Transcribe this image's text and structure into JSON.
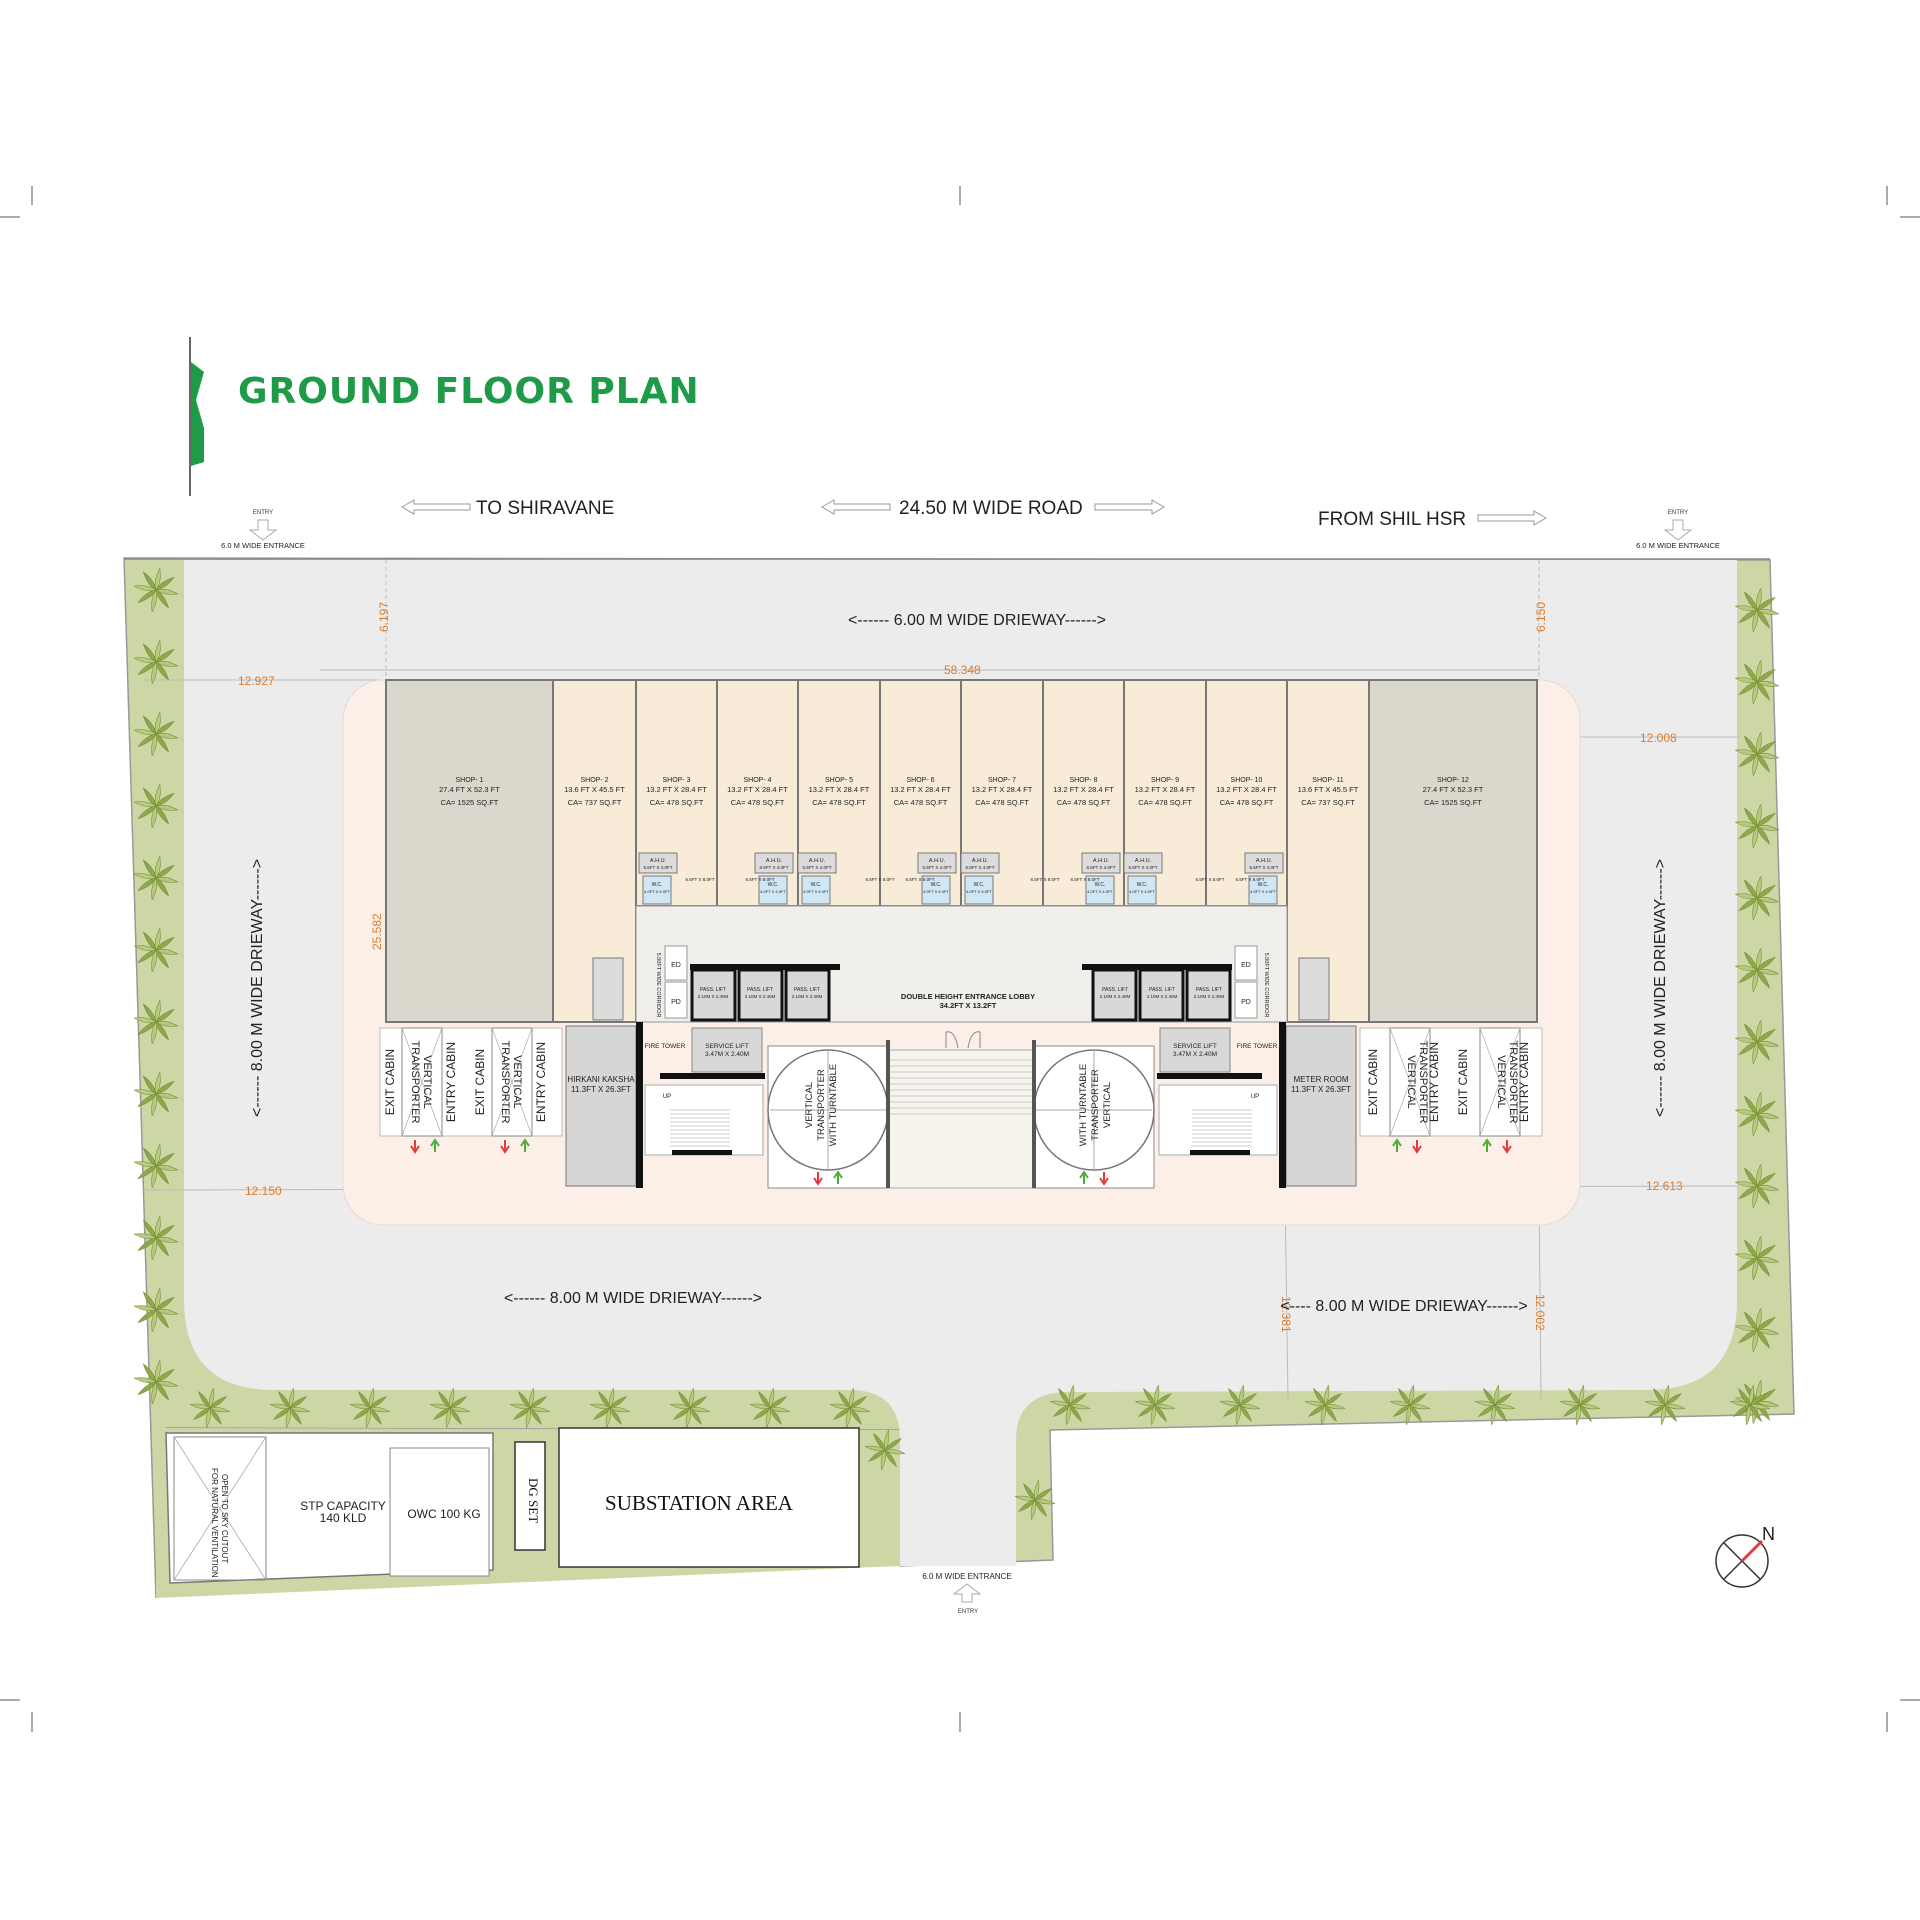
{
  "title": "GROUND FLOOR PLAN",
  "colors": {
    "title_green": "#1f9a48",
    "exit_red": "#e03a3a",
    "entry_green": "#4caf3a",
    "dim_orange": "#e07b2a",
    "belt_green": "#cdd7a6",
    "driveway": "#ececec",
    "building_zone": "#fbefe8",
    "shop": "#f8ecd8",
    "shop_large": "#dad7cc"
  },
  "road": {
    "to_label": "TO SHIRAVANE",
    "road_label": "24.50 M WIDE ROAD",
    "from_label": "FROM SHIL HSR"
  },
  "entries": {
    "left": {
      "entry": "ENTRY",
      "width": "6.0 M WIDE ENTRANCE"
    },
    "right": {
      "entry": "ENTRY",
      "width": "6.0 M WIDE ENTRANCE"
    },
    "bottom": {
      "entry": "ENTRY",
      "width": "6.0 M WIDE ENTRANCE"
    }
  },
  "driveways": {
    "top": "<------ 6.00 M WIDE DRIEWAY------>",
    "left": "<------ 8.00 M WIDE DRIEWAY------>",
    "right": "<------ 8.00 M WIDE DRIEWAY------>",
    "bottom_left": "<------ 8.00 M WIDE DRIEWAY------>",
    "bottom_right": "<---- 8.00 M WIDE DRIEWAY------>"
  },
  "dimensions": {
    "top_left": "6.197",
    "top_right": "6.150",
    "left_top": "12.927",
    "frontage": "58.348",
    "right_top": "12.008",
    "depth": "25.582",
    "left_bottom": "12.150",
    "right_bottom": "12.613",
    "bottom_mid": "12.381",
    "bottom_right": "12.002"
  },
  "shops": [
    {
      "name": "SHOP- 1",
      "size": "27.4 FT X 52.3 FT",
      "area": "CA= 1525 SQ.FT"
    },
    {
      "name": "SHOP- 2",
      "size": "13.6 FT X 45.5 FT",
      "area": "CA= 737 SQ.FT"
    },
    {
      "name": "SHOP- 3",
      "size": "13.2 FT X 28.4 FT",
      "area": "CA= 478 SQ.FT"
    },
    {
      "name": "SHOP- 4",
      "size": "13.2 FT X 28.4 FT",
      "area": "CA= 478 SQ.FT"
    },
    {
      "name": "SHOP- 5",
      "size": "13.2 FT X 28.4 FT",
      "area": "CA= 478 SQ.FT"
    },
    {
      "name": "SHOP- 6",
      "size": "13.2 FT X 28.4 FT",
      "area": "CA= 478 SQ.FT"
    },
    {
      "name": "SHOP- 7",
      "size": "13.2 FT X 28.4 FT",
      "area": "CA= 478 SQ.FT"
    },
    {
      "name": "SHOP- 8",
      "size": "13.2 FT X 28.4 FT",
      "area": "CA= 478 SQ.FT"
    },
    {
      "name": "SHOP- 9",
      "size": "13.2 FT X 28.4 FT",
      "area": "CA= 478 SQ.FT"
    },
    {
      "name": "SHOP- 10",
      "size": "13.2 FT X 28.4 FT",
      "area": "CA= 478 SQ.FT"
    },
    {
      "name": "SHOP- 11",
      "size": "13.6 FT X 45.5 FT",
      "area": "CA= 737 SQ.FT"
    },
    {
      "name": "SHOP- 12",
      "size": "27.4 FT X 52.3 FT",
      "area": "CA= 1525 SQ.FT"
    }
  ],
  "services": {
    "ahu": "A.H.U.",
    "ahu_size": "6.5FT X 4.0FT",
    "wc": "W.C.",
    "wc_size": "4.0FT X 4.0FT",
    "passage": "6.5FT X 8.0FT"
  },
  "core": {
    "lobby": "DOUBLE HEIGHT ENTRANCE LOBBY",
    "lobby_size": "34.2FT X 13.2FT",
    "pass_lift": "PASS. LIFT",
    "pass_lift_size": "2.10M X 2.40M",
    "service_lift": "SERVICE LIFT",
    "service_lift_size": "3.47M X 2.40M",
    "fire_tower": "FIRE TOWER",
    "ed": "ED",
    "pd": "PD",
    "corridor": "5.00FT WIDE CORRIDOR",
    "up": "UP",
    "vt_turntable_1": "VERTICAL",
    "vt_turntable_2": "TRANSPORTER",
    "vt_turntable_3": "WITH TURNTABLE",
    "hirkani": "HIRKANI KAKSHA",
    "hirkani_size": "11.3FT X 26.3FT",
    "meter": "METER ROOM",
    "meter_size": "11.3FT X 26.3FT"
  },
  "cabins": {
    "exit": "EXIT CABIN",
    "entry": "ENTRY CABIN",
    "vt_1": "VERTICAL",
    "vt_2": "TRANSPORTER"
  },
  "utilities": {
    "cutout_1": "OPEN TO SKY CUTOUT",
    "cutout_2": "FOR NATURAL VENTILATION",
    "stp_1": "STP CAPACITY",
    "stp_2": "140 KLD",
    "owc": "OWC 100 KG",
    "dg": "DG SET",
    "substation": "SUBSTATION AREA"
  },
  "compass": {
    "north": "N"
  }
}
